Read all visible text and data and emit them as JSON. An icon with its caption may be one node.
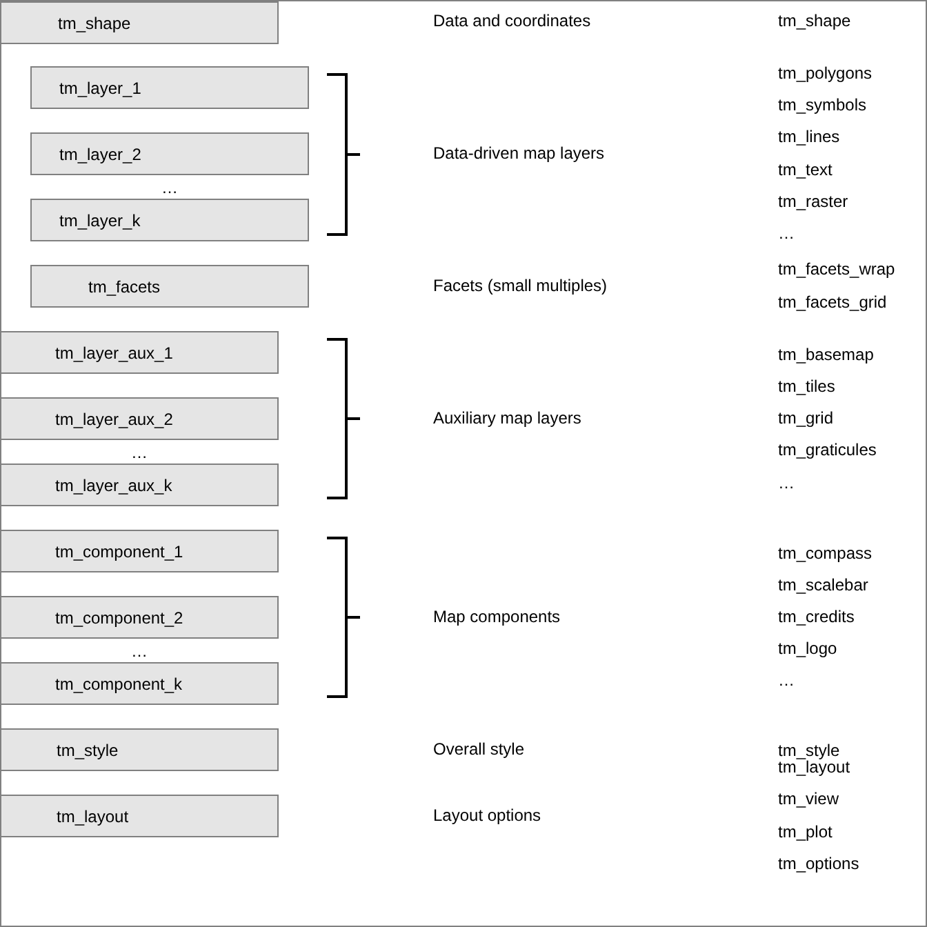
{
  "diagram": {
    "nodes": [
      {
        "text": [
          "tm_shape"
        ]
      },
      {
        "text": [
          "tm_layer_1"
        ]
      },
      {
        "text": [
          "tm_layer_2"
        ]
      },
      {
        "text": [
          "tm_layer_k"
        ]
      },
      {
        "text": [
          "tm_facets"
        ]
      },
      {
        "text": [
          "tm_layer_aux_1"
        ]
      },
      {
        "text": [
          "tm_layer_aux_2"
        ]
      },
      {
        "text": [
          "tm_layer_aux_k"
        ]
      },
      {
        "text": [
          "tm_component_1"
        ]
      },
      {
        "text": [
          "tm_component_2"
        ]
      },
      {
        "text": [
          "tm_component_k"
        ]
      },
      {
        "text": [
          "tm_style"
        ]
      },
      {
        "text": [
          "tm_layout"
        ]
      }
    ],
    "labels": [
      "Data and coordinates",
      "tm_shape",
      "tm_polygons",
      "tm_symbols",
      "tm_lines",
      "Data-driven map layers",
      "tm_text",
      "…",
      "tm_raster",
      "…",
      "tm_facets_wrap",
      "Facets (small multiples)",
      "tm_facets_grid",
      "tm_basemap",
      "tm_tiles",
      "Auxiliary map layers",
      "tm_grid",
      "tm_graticules",
      "…",
      "…",
      "tm_compass",
      "tm_scalebar",
      "Map components",
      "tm_credits",
      "tm_logo",
      "…",
      "…",
      "Overall style",
      "tm_style",
      "tm_layout",
      "tm_view",
      "Layout options",
      "tm_plot",
      "tm_options"
    ]
  }
}
